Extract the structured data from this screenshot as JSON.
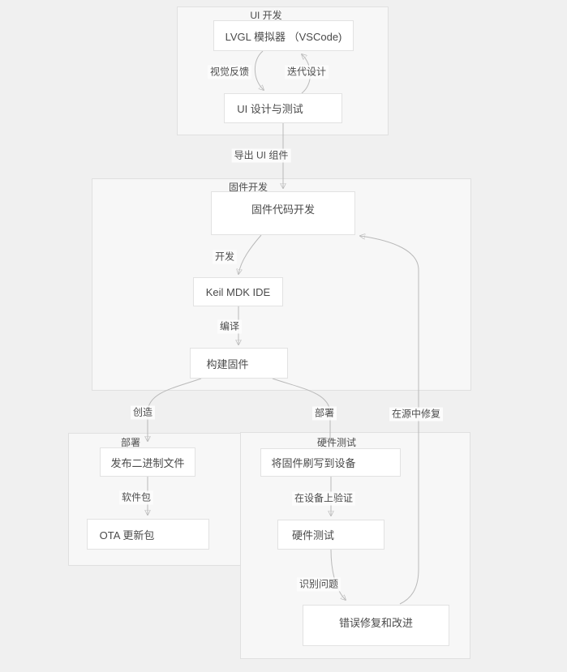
{
  "colors": {
    "page_background": "#f0f0f0",
    "subgraph_fill": "#f7f7f7",
    "subgraph_border": "#e0e0e0",
    "node_fill": "#ffffff",
    "node_border": "#e2e2e2",
    "edge_line": "#b9b9b9",
    "arrowhead": "#8f8f8f",
    "text": "#4a4a4a"
  },
  "subgraphs": [
    {
      "id": "ui-dev",
      "title": "UI 开发"
    },
    {
      "id": "fw-dev",
      "title": "固件开发"
    },
    {
      "id": "deploy",
      "title": "部署"
    },
    {
      "id": "hw-testing",
      "title": "硬件测试"
    }
  ],
  "nodes": [
    {
      "id": "lvgl",
      "label": "LVGL 模拟器 （VSCode)"
    },
    {
      "id": "ui-design",
      "label": "UI 设计与测试"
    },
    {
      "id": "fw-code",
      "label": "固件代码开发"
    },
    {
      "id": "keil",
      "label": "Keil MDK IDE"
    },
    {
      "id": "build-fw",
      "label": "构建固件"
    },
    {
      "id": "release-bin",
      "label": "发布二进制文件"
    },
    {
      "id": "ota",
      "label": "OTA 更新包"
    },
    {
      "id": "flash",
      "label": "将固件刷写到设备"
    },
    {
      "id": "hw-test",
      "label": "硬件测试"
    },
    {
      "id": "bugfix",
      "label": "错误修复和改进"
    }
  ],
  "edges": [
    {
      "from": "lvgl",
      "to": "ui-design",
      "label": "视觉反馈"
    },
    {
      "from": "ui-design",
      "to": "lvgl",
      "label": "迭代设计"
    },
    {
      "from": "ui-design",
      "to": "fw-code",
      "label": "导出 UI 组件"
    },
    {
      "from": "fw-code",
      "to": "keil",
      "label": "开发"
    },
    {
      "from": "keil",
      "to": "build-fw",
      "label": "编译"
    },
    {
      "from": "build-fw",
      "to": "release-bin",
      "label": "创造"
    },
    {
      "from": "build-fw",
      "to": "flash",
      "label": "部署"
    },
    {
      "from": "release-bin",
      "to": "ota",
      "label": "软件包"
    },
    {
      "from": "flash",
      "to": "hw-test",
      "label": "在设备上验证"
    },
    {
      "from": "hw-test",
      "to": "bugfix",
      "label": "识别问题"
    },
    {
      "from": "bugfix",
      "to": "fw-code",
      "label": "在源中修复"
    }
  ]
}
